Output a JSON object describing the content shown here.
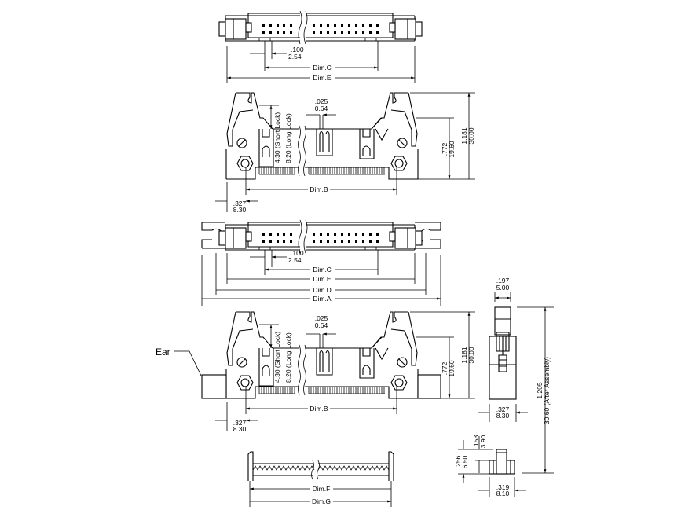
{
  "top_view": {
    "pitch_in": ".100",
    "pitch_mm": "2.54",
    "dim_c": "Dim.C",
    "dim_e": "Dim.E"
  },
  "side_view": {
    "contact_in": ".025",
    "contact_mm": "0.64",
    "short_lock": "4.30 (Short Lock)",
    "long_lock": "8.20 (Long Lock)",
    "height_in": "1.181",
    "height_mm": "30.00",
    "body_height_in": ".772",
    "body_height_mm": "19.60",
    "offset_in": ".327",
    "offset_mm": "8.30",
    "dim_b": "Dim.B"
  },
  "ear_top_view": {
    "pitch_in": ".100",
    "pitch_mm": "2.54",
    "dim_c": "Dim.C",
    "dim_e": "Dim.E",
    "dim_d": "Dim.D",
    "dim_a": "Dim.A"
  },
  "ear_side_view": {
    "ear_label": "Ear",
    "contact_in": ".025",
    "contact_mm": "0.64",
    "short_lock": "4.30 (Short Lock)",
    "long_lock": "8.20 (Long Lock)",
    "height_in": "1.181",
    "height_mm": "30.00",
    "body_height_in": ".772",
    "body_height_mm": "19.60",
    "offset_in": ".327",
    "offset_mm": "8.30",
    "dim_b": "Dim.B"
  },
  "end_view": {
    "width_in": ".197",
    "width_mm": "5.00",
    "assembly_in": "1.205",
    "assembly_mm": "30.60 (After Assembly)",
    "body_in": ".327",
    "body_mm": "8.30",
    "strain_in": ".153",
    "strain_mm": "3.90",
    "strain_h_in": ".256",
    "strain_h_mm": "6.50",
    "strain_w_in": ".319",
    "strain_w_mm": "8.10"
  },
  "bottom_view": {
    "dim_f": "Dim.F",
    "dim_g": "Dim.G"
  }
}
